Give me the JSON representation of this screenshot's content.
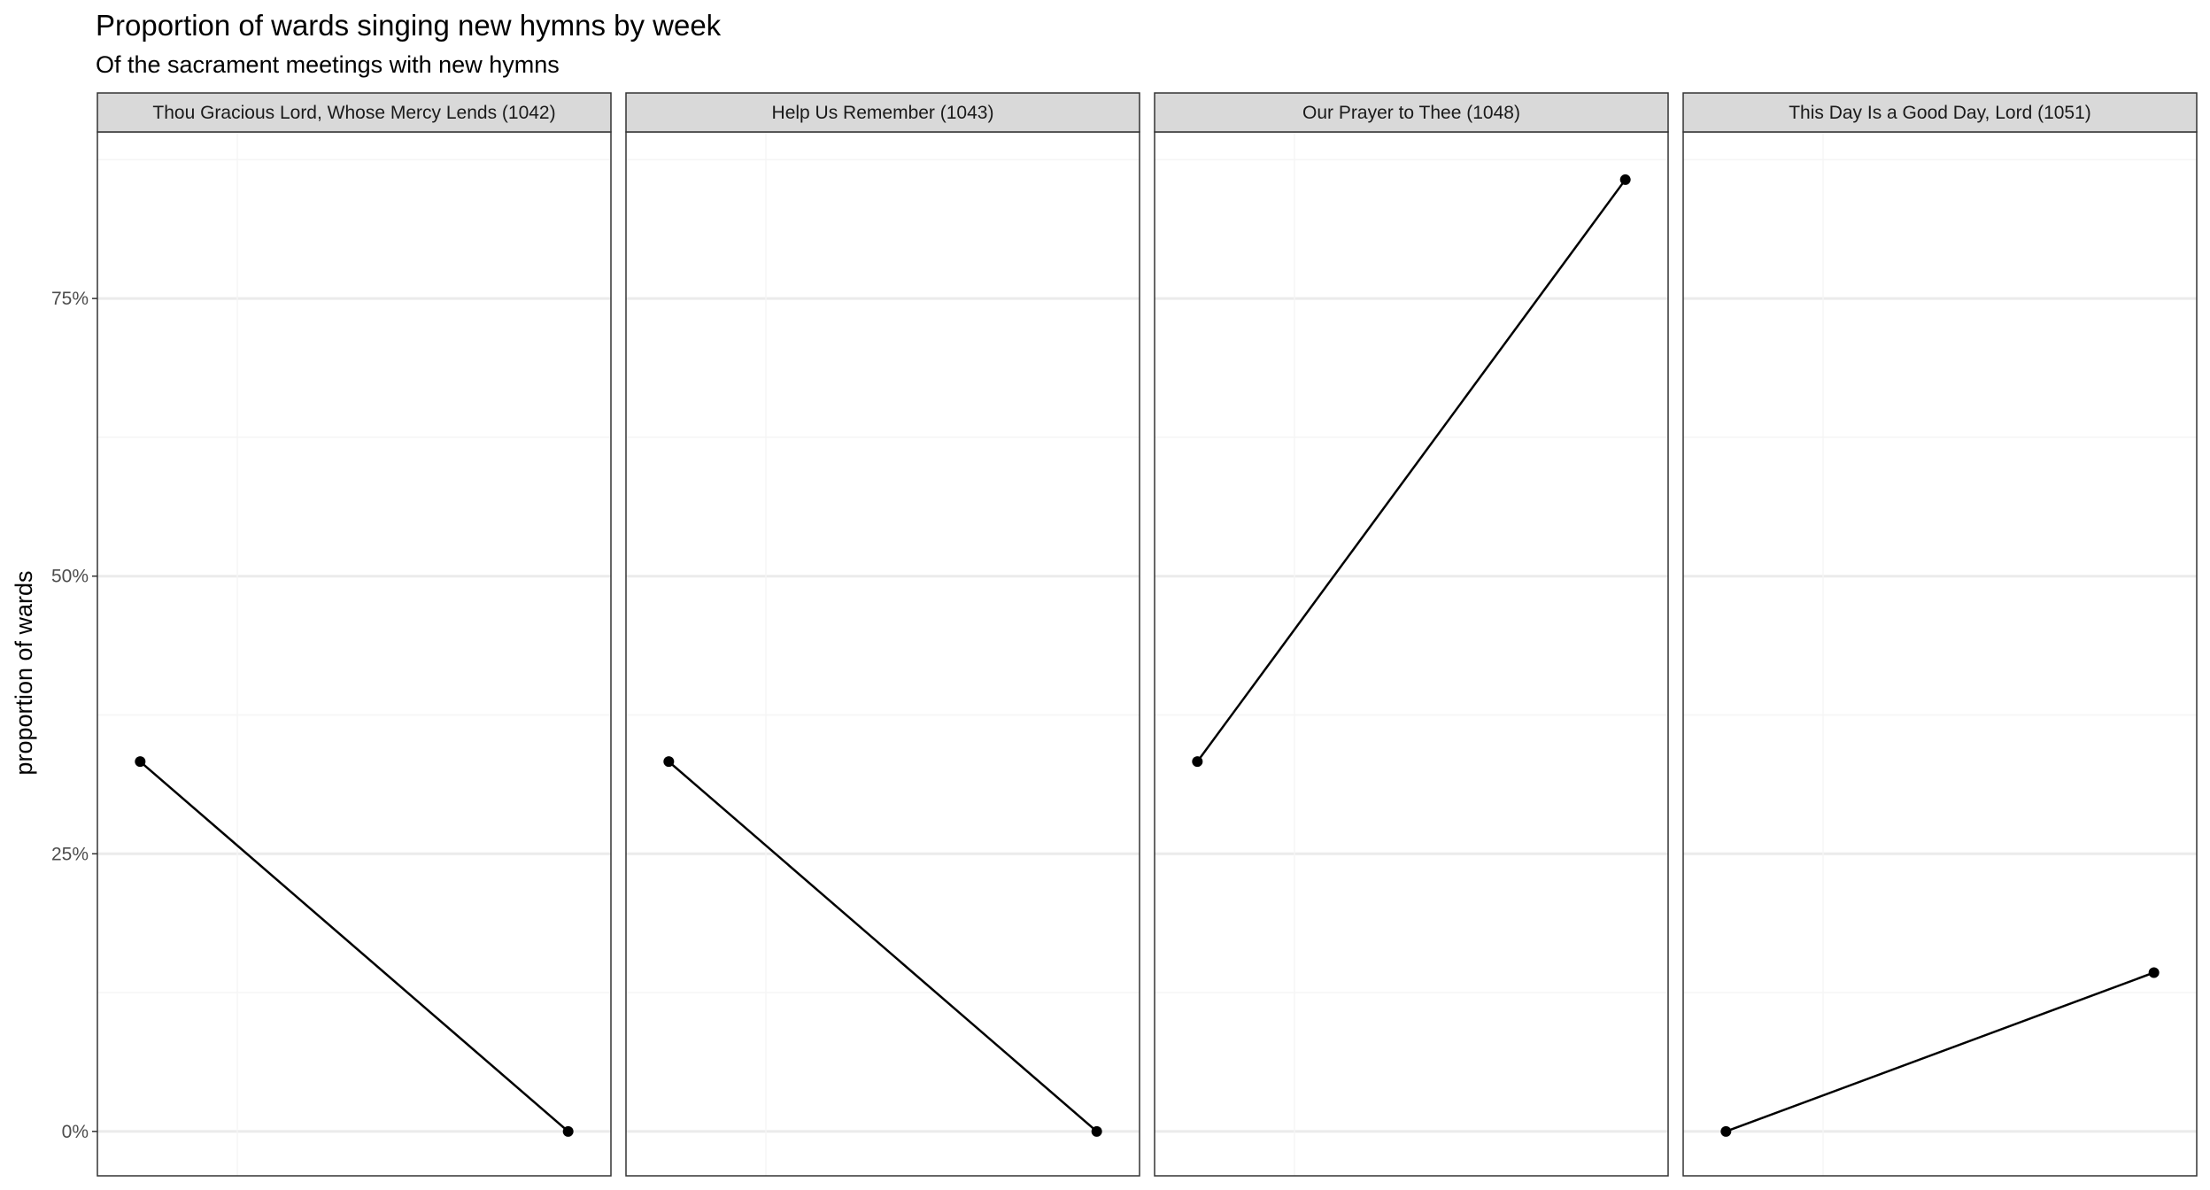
{
  "chart_data": {
    "type": "line",
    "title": "Proportion of wards singing new hymns by week",
    "subtitle": "Of the sacrament meetings with new hymns",
    "xlabel": "",
    "ylabel": "proportion of wards",
    "ylim": [
      -0.04,
      0.9
    ],
    "y_ticks": [
      0,
      0.25,
      0.5,
      0.75
    ],
    "y_tick_labels": [
      "0%",
      "25%",
      "50%",
      "75%"
    ],
    "x_ticks_visible": false,
    "grid": true,
    "panels": [
      {
        "name": "Thou Gracious Lord, Whose Mercy Lends (1042)",
        "x": [
          1,
          2
        ],
        "values": [
          0.333,
          0.0
        ]
      },
      {
        "name": "Help Us Remember (1043)",
        "x": [
          1,
          2
        ],
        "values": [
          0.333,
          0.0
        ]
      },
      {
        "name": "Our Prayer to Thee (1048)",
        "x": [
          1,
          2
        ],
        "values": [
          0.333,
          0.857
        ]
      },
      {
        "name": "This Day Is a Good Day, Lord (1051)",
        "x": [
          1,
          2
        ],
        "values": [
          0.0,
          0.143
        ]
      }
    ],
    "colors": {
      "line": "#000000",
      "point": "#000000",
      "strip_fill": "#d9d9d9",
      "panel_border": "#333333",
      "grid_major": "#ebebeb",
      "grid_minor": "#f5f5f5"
    }
  }
}
